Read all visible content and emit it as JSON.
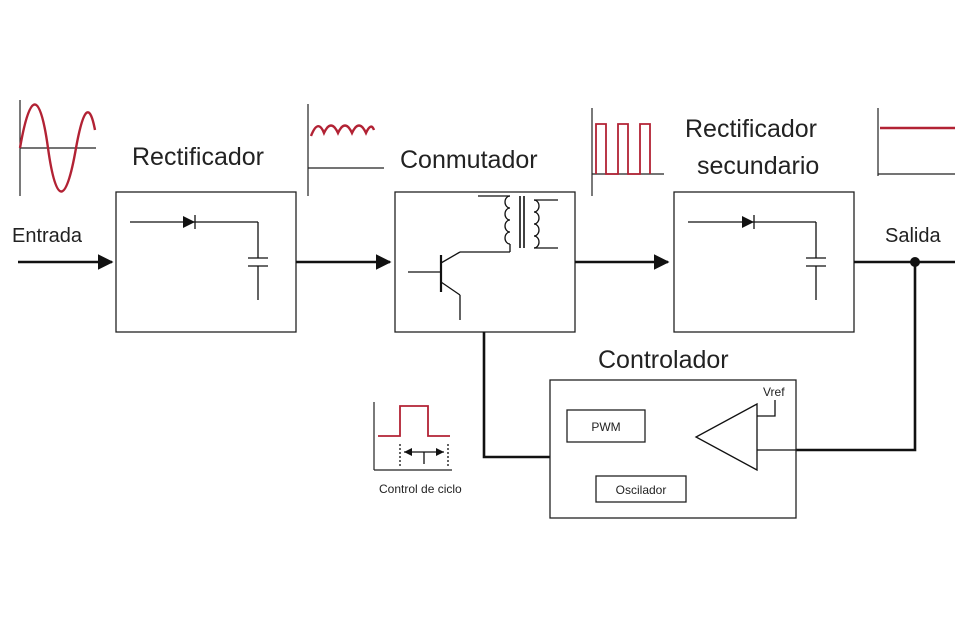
{
  "labels": {
    "input": "Entrada",
    "output": "Salida",
    "rectifier": "Rectificador",
    "switch": "Conmutador",
    "secondary_line1": "Rectificador",
    "secondary_line2": "secundario",
    "controller": "Controlador",
    "pwm": "PWM",
    "oscillator": "Oscilador",
    "vref": "Vref",
    "duty_cycle": "Control de ciclo"
  },
  "colors": {
    "waveform": "#b22234",
    "line": "#111111"
  }
}
